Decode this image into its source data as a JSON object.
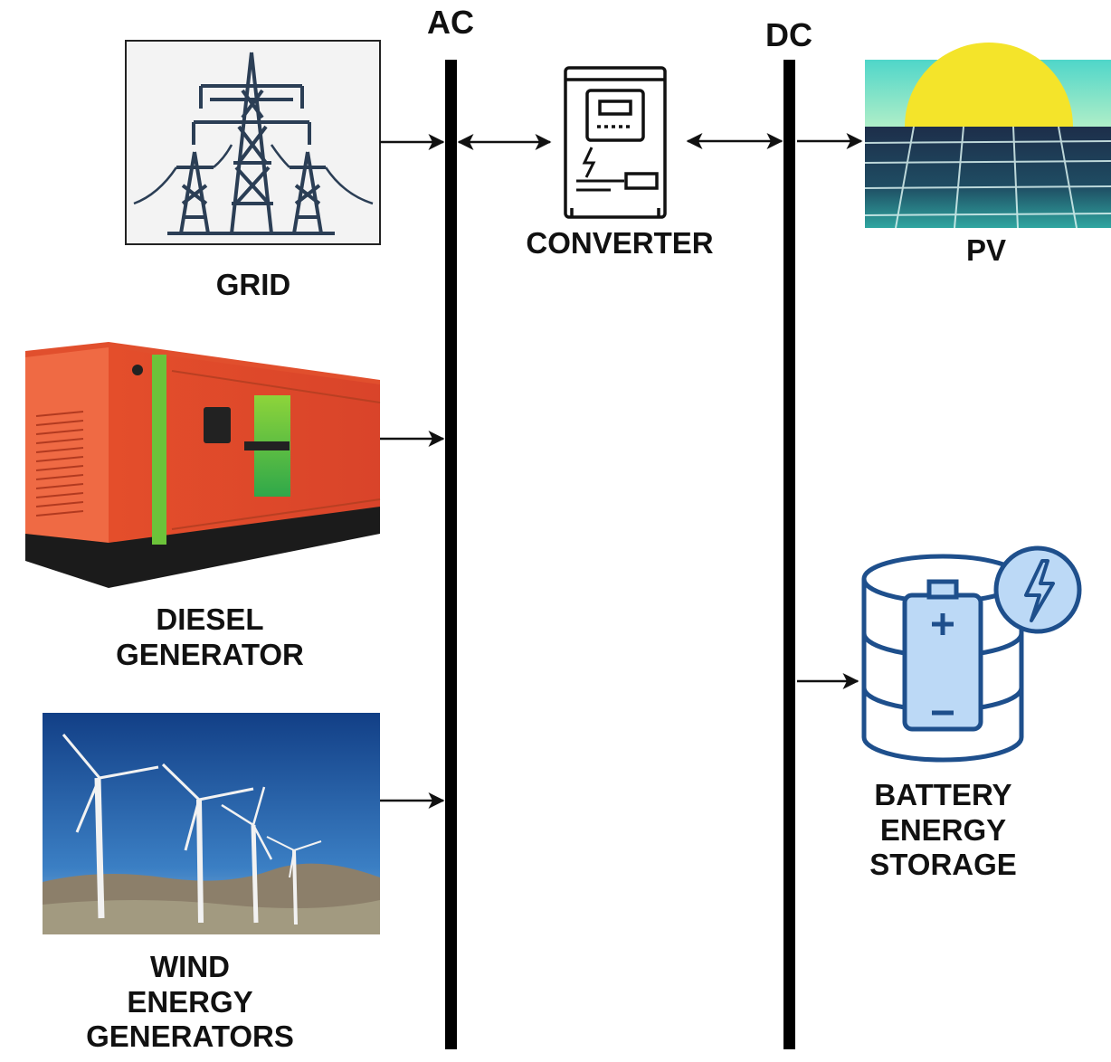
{
  "buses": {
    "ac": {
      "label": "AC"
    },
    "dc": {
      "label": "DC"
    }
  },
  "components": {
    "grid": {
      "label": "GRID"
    },
    "converter": {
      "label": "CONVERTER"
    },
    "pv": {
      "label": "PV"
    },
    "diesel": {
      "line1": "DIESEL",
      "line2": "GENERATOR"
    },
    "wind": {
      "line1": "WIND",
      "line2": "ENERGY",
      "line3": "GENERATORS"
    },
    "battery": {
      "line1": "BATTERY",
      "line2": "ENERGY",
      "line3": "STORAGE"
    }
  },
  "colors": {
    "bus": "#000000",
    "icon_navy": "#2b3e55",
    "battery_blue": "#1e4f8c",
    "battery_fill": "#bcd9f6",
    "generator_orange": "#e2522e",
    "generator_green": "#6cc33a",
    "sun_yellow": "#f5e52c",
    "sky_teal": "#56d8c8",
    "wind_sky": "#1f5aa6"
  },
  "icons": [
    "transmission-tower-icon",
    "inverter-icon",
    "solar-panel-icon",
    "diesel-generator-icon",
    "wind-turbine-icon",
    "battery-storage-icon",
    "lightning-bolt-icon"
  ]
}
